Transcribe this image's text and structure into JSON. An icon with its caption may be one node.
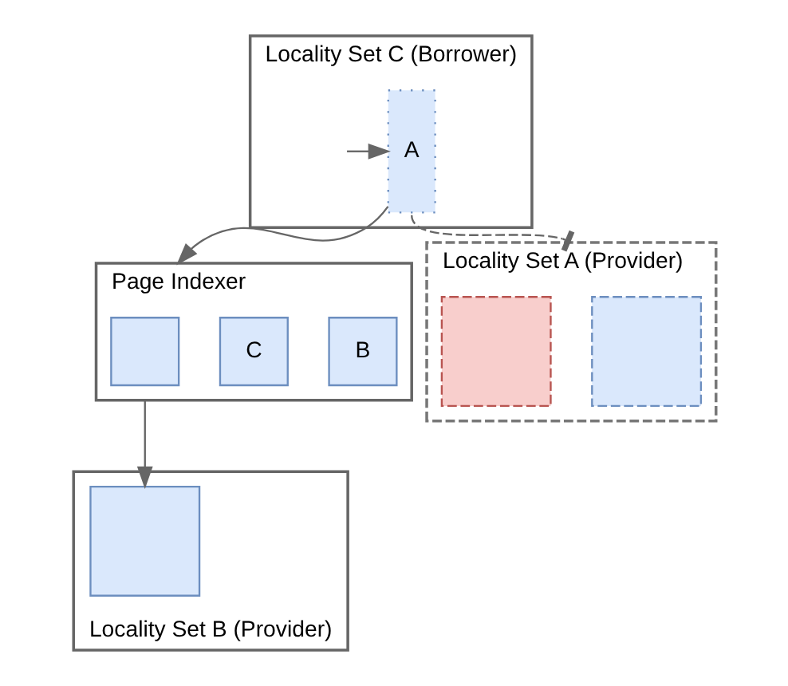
{
  "diagram": {
    "nodes": [
      {
        "text": [
          "Page Indexer"
        ]
      },
      {
        "text": [],
        "shape": "box",
        "in": 0
      },
      {
        "text": [
          "C"
        ],
        "in": 0
      },
      {
        "text": [
          "B"
        ],
        "in": 0
      },
      {
        "text": [
          "Locality Set B (Provider)"
        ]
      },
      {
        "text": [],
        "shape": "box",
        "in": 4
      },
      {
        "text": [
          "Locality Set A (Provider)"
        ]
      },
      {
        "text": [],
        "shape": "box",
        "in": 6
      },
      {
        "text": [],
        "shape": "box",
        "in": 6
      },
      {
        "text": [
          "Locality Set C (Borrower)"
        ]
      },
      {
        "text": [
          "A"
        ],
        "in": 9
      }
    ],
    "edges": [
      {
        "from": 0,
        "to": 5,
        "arrow": "to"
      },
      {
        "from": 10,
        "to": 6,
        "arrow": "other",
        "style": "dashed"
      },
      {
        "from": 10,
        "to": 0,
        "arrow": "to"
      },
      {
        "from": null,
        "to": 10,
        "arrow": "to"
      }
    ]
  }
}
